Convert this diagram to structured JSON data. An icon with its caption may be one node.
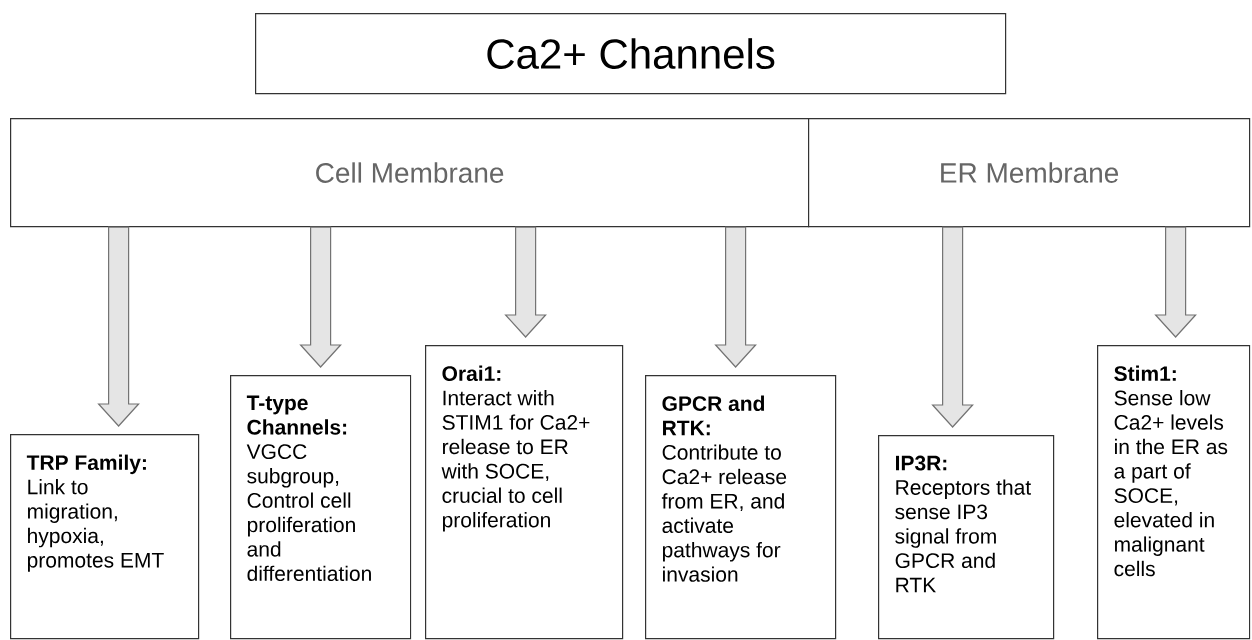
{
  "diagram": {
    "nodes": [
      {
        "text": [
          "Ca2+ Channels"
        ]
      },
      {
        "text": [
          "Cell Membrane"
        ]
      },
      {
        "text": [
          "ER Membrane"
        ]
      },
      {
        "text": [
          "TRP Family:",
          "Link to migration, hypoxia, promotes EMT"
        ]
      },
      {
        "text": [
          "T-type Channels:",
          "VGCC subgroup, Control cell proliferation and differentiation"
        ]
      },
      {
        "text": [
          "Orai1:",
          "Interact with STIM1 for Ca2+ release to ER with SOCE, crucial to cell proliferation"
        ]
      },
      {
        "text": [
          "GPCR and RTK:",
          "Contribute to Ca2+ release from ER, and activate pathways for invasion"
        ]
      },
      {
        "text": [
          "IP3R:",
          "Receptors that sense IP3 signal from GPCR and RTK"
        ]
      },
      {
        "text": [
          "Stim1:",
          "Sense low Ca2+ levels in the ER as a part of SOCE, elevated in malignant cells"
        ]
      }
    ],
    "edges": [
      {
        "from": 1,
        "to": 3,
        "arrow": "to"
      },
      {
        "from": 1,
        "to": 4,
        "arrow": "to"
      },
      {
        "from": 1,
        "to": 5,
        "arrow": "to"
      },
      {
        "from": 1,
        "to": 6,
        "arrow": "to"
      },
      {
        "from": 2,
        "to": 7,
        "arrow": "to"
      },
      {
        "from": 2,
        "to": 8,
        "arrow": "to"
      }
    ]
  }
}
